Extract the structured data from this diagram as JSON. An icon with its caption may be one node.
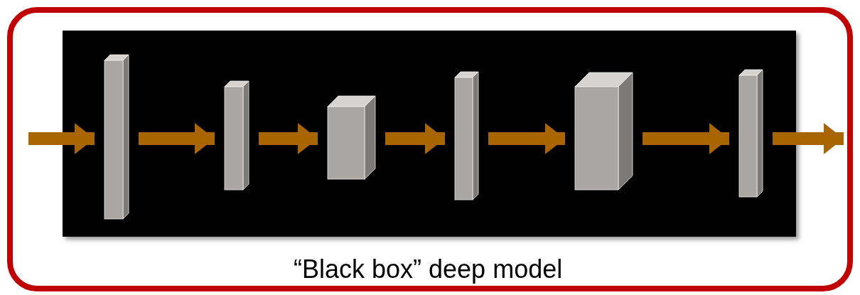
{
  "diagram": {
    "nodes": [
      {
        "text": [
          "“Black box” deep model"
        ]
      },
      {
        "text": [],
        "shape": "box",
        "in": 0
      },
      {
        "text": [],
        "shape": "box",
        "in": 1
      },
      {
        "text": [],
        "shape": "box",
        "in": 1
      },
      {
        "text": [],
        "shape": "box",
        "in": 1
      },
      {
        "text": [],
        "shape": "box",
        "in": 1
      },
      {
        "text": [],
        "shape": "box",
        "in": 1
      },
      {
        "text": [],
        "shape": "box",
        "in": 1
      }
    ],
    "edges": [
      {
        "from": null,
        "to": 2,
        "arrow": "to"
      },
      {
        "from": 2,
        "to": 3,
        "arrow": "to"
      },
      {
        "from": 3,
        "to": 4,
        "arrow": "to"
      },
      {
        "from": 4,
        "to": 5,
        "arrow": "to"
      },
      {
        "from": 5,
        "to": 6,
        "arrow": "to"
      },
      {
        "from": 6,
        "to": 7,
        "arrow": "to"
      },
      {
        "from": 7,
        "to": null,
        "arrow": "to"
      }
    ]
  }
}
